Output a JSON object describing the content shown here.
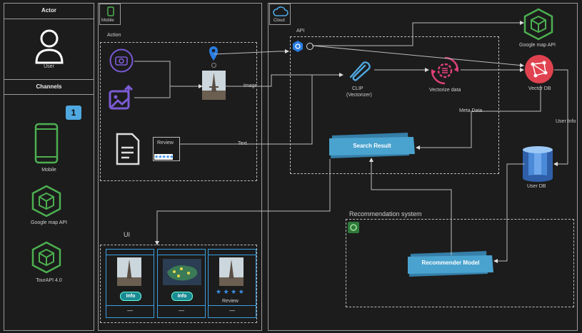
{
  "actor": {
    "title": "Actor",
    "user_label": "User"
  },
  "channels": {
    "title": "Channels",
    "badge": "1",
    "items": [
      "Mobile",
      "Google map API",
      "TourAPI 4.0"
    ]
  },
  "mobile": {
    "tab_label": "Mobile",
    "action_label": "Action",
    "image_label": "Image",
    "text_label": "Text",
    "review_label": "Review",
    "stars": "★★★★★",
    "ui_label": "UI"
  },
  "ui_cards": [
    {
      "button": "Info",
      "footer": "—"
    },
    {
      "button": "Info",
      "footer": "—"
    },
    {
      "stars": "★ ★ ★ ★",
      "caption": "Review",
      "footer": "—"
    }
  ],
  "cloud": {
    "tab_label": "Cloud",
    "api_label": "API",
    "clip_title": "CLIP",
    "clip_sub": "(Vectorizer)",
    "vectorize_label": "Vectorize data",
    "google_api_label": "Google map API",
    "vector_db_label": "Vector DB",
    "meta_label": "Meta Data",
    "user_info_label": "User Info",
    "user_db_label": "User DB",
    "search_result": "Search Result",
    "rec_system_label": "Recommendation system",
    "rec_model": "Recommender Model"
  },
  "colors": {
    "panel_bg": "#1c1c1c",
    "accent_green": "#4caf50",
    "accent_blue": "#4fa8e0",
    "banner_blue": "#4aa3cf",
    "vector_db_red": "#e0434f",
    "purple": "#7b5bd6"
  }
}
